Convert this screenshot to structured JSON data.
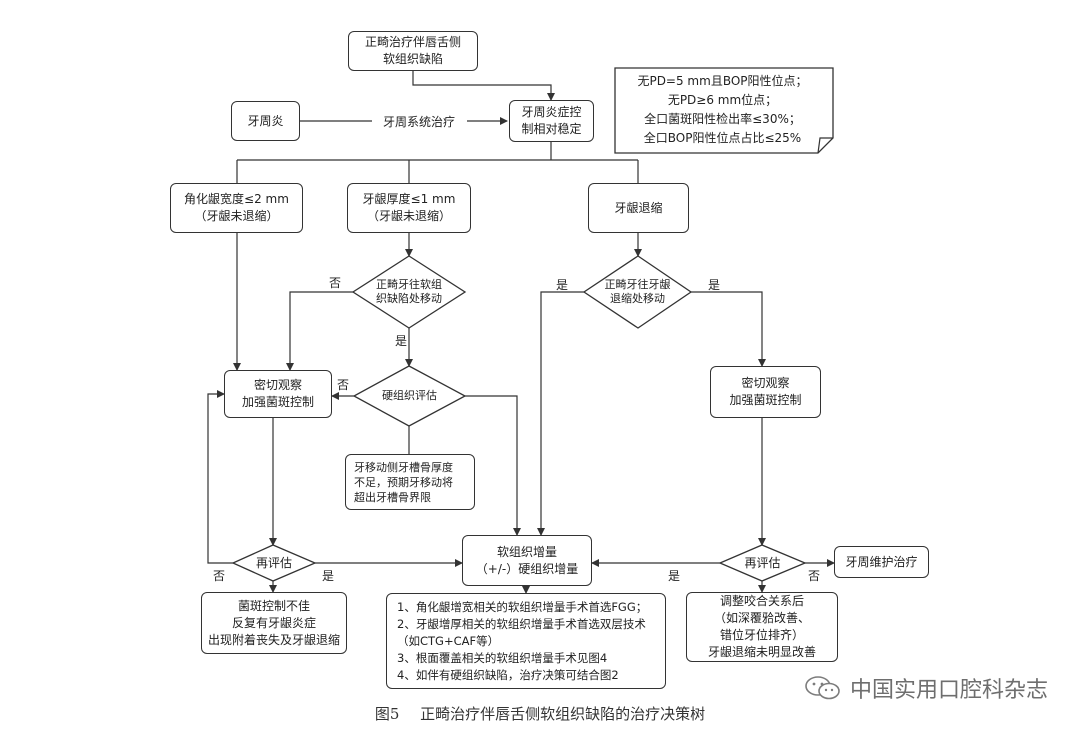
{
  "diagram": {
    "nodes": {
      "start": [
        "正畸治疗伴唇舌侧",
        "软组织缺陷"
      ],
      "perio": [
        "牙周炎"
      ],
      "perio_stable": [
        "牙周炎症控",
        "制相对稳定"
      ],
      "kg_width": [
        "角化龈宽度≤2 mm",
        "（牙龈未退缩）"
      ],
      "gingiva_thick": [
        "牙龈厚度≤1 mm",
        "（牙龈未退缩）"
      ],
      "recession": [
        "牙龈退缩"
      ],
      "observe_left": [
        "密切观察",
        "加强菌斑控制"
      ],
      "observe_right": [
        "密切观察",
        "加强菌斑控制"
      ],
      "bone_note": [
        "牙移动侧牙槽骨厚度",
        "不足，预期牙移动将",
        "超出牙槽骨界限"
      ],
      "augment": [
        "软组织增量",
        "（+/-）硬组织增量"
      ],
      "poor_control": [
        "菌斑控制不佳",
        "反复有牙龈炎症",
        "出现附着丧失及牙龈退缩"
      ],
      "surgery": [
        "1、角化龈增宽相关的软组织增量手术首选FGG；",
        "2、牙龈增厚相关的软组织增量手术首选双层技术",
        "（如CTG+CAF等）",
        "3、根面覆盖相关的软组织增量手术见图4",
        "4、如伴有硬组织缺陷，治疗决策可结合图2"
      ],
      "occlusion": [
        "调整咬合关系后",
        "（如深覆𬌗改善、",
        "错位牙位排齐）",
        "牙龈退缩未明显改善"
      ],
      "maintenance": [
        "牙周维护治疗"
      ]
    },
    "decisions": {
      "move_soft": [
        "正畸牙往软组",
        "织缺陷处移动"
      ],
      "move_recession": [
        "正畸牙往牙龈",
        "退缩处移动"
      ],
      "hard_eval": [
        "硬组织评估"
      ],
      "reeval_left": [
        "再评估"
      ],
      "reeval_right": [
        "再评估"
      ]
    },
    "edge_labels": {
      "perio_tx": "牙周系统治疗",
      "no_1": "否",
      "yes_1": "是",
      "no_2": "否",
      "yes_2": "是",
      "yes_3": "是",
      "no_4": "否",
      "yes_4": "是",
      "yes_5": "是",
      "no_5": "否"
    },
    "note": [
      "无PD=5 mm且BOP阳性位点；",
      "无PD≥6 mm位点；",
      "全口菌斑阳性检出率≤30%；",
      "全口BOP阳性位点占比≤25%"
    ]
  },
  "caption": {
    "label": "图5",
    "text": "正畸治疗伴唇舌侧软组织缺陷的治疗决策树"
  },
  "watermark": {
    "text": "中国实用口腔科杂志",
    "icon": "wechat-icon"
  }
}
